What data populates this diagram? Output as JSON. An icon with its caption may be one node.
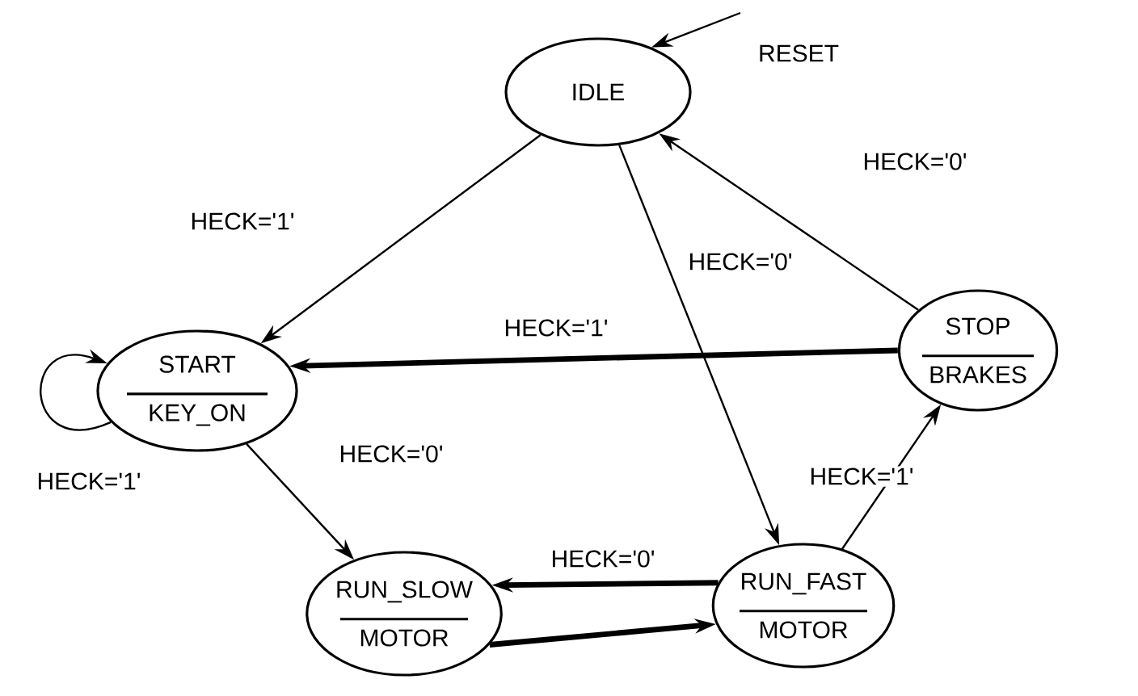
{
  "diagram": {
    "nodes": [
      {
        "text": [
          "IDLE"
        ]
      },
      {
        "text": [
          "START",
          "KEY_ON"
        ]
      },
      {
        "text": [
          "STOP",
          "BRAKES"
        ]
      },
      {
        "text": [
          "RUN_SLOW",
          "MOTOR"
        ]
      },
      {
        "text": [
          "RUN_FAST",
          "MOTOR"
        ]
      }
    ],
    "edges": [
      {
        "from": null,
        "to": 0,
        "arrow": "to",
        "label": "RESET"
      },
      {
        "from": 0,
        "to": 1,
        "arrow": "to",
        "label": "HECK='1'"
      },
      {
        "from": 0,
        "to": 4,
        "arrow": "to",
        "label": "HECK='0'"
      },
      {
        "from": 2,
        "to": 0,
        "arrow": "to",
        "label": "HECK='0'"
      },
      {
        "from": 2,
        "to": 1,
        "arrow": "to",
        "label": "HECK='1'",
        "style": "thick"
      },
      {
        "from": 1,
        "to": 1,
        "arrow": "to",
        "label": "HECK='1'"
      },
      {
        "from": 1,
        "to": 3,
        "arrow": "to",
        "label": "HECK='0'"
      },
      {
        "from": 4,
        "to": 3,
        "arrow": "to",
        "label": "HECK='0'",
        "style": "thick"
      },
      {
        "from": 3,
        "to": 4,
        "arrow": "to",
        "style": "thick"
      },
      {
        "from": 4,
        "to": 2,
        "arrow": "to",
        "label": "HECK='1'"
      }
    ]
  }
}
